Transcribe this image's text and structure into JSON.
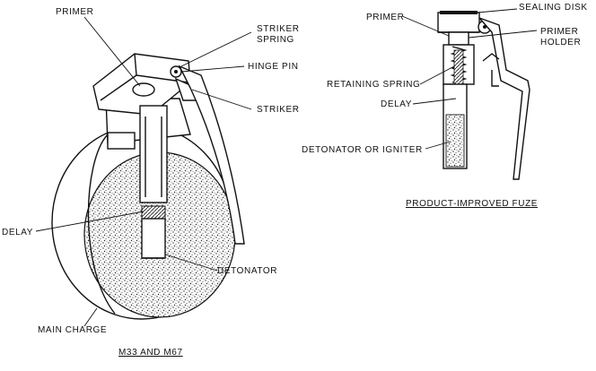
{
  "left_diagram": {
    "labels": {
      "primer": "PRIMER",
      "striker_spring": "STRIKER SPRING",
      "striker_spring_line1": "STRIKER",
      "striker_spring_line2": "SPRING",
      "hinge_pin": "HINGE PIN",
      "striker": "STRIKER",
      "delay": "DELAY",
      "detonator": "DETONATOR",
      "main_charge": "MAIN CHARGE"
    },
    "caption": "M33 AND M67"
  },
  "right_diagram": {
    "labels": {
      "primer": "PRIMER",
      "sealing_disk": "SEALING DISK",
      "primer_holder": "PRIMER HOLDER",
      "primer_holder_line1": "PRIMER",
      "primer_holder_line2": "HOLDER",
      "retaining_spring": "RETAINING SPRING",
      "delay": "DELAY",
      "detonator_or_igniter": "DETONATOR OR IGNITER"
    },
    "caption": "PRODUCT-IMPROVED FUZE"
  }
}
